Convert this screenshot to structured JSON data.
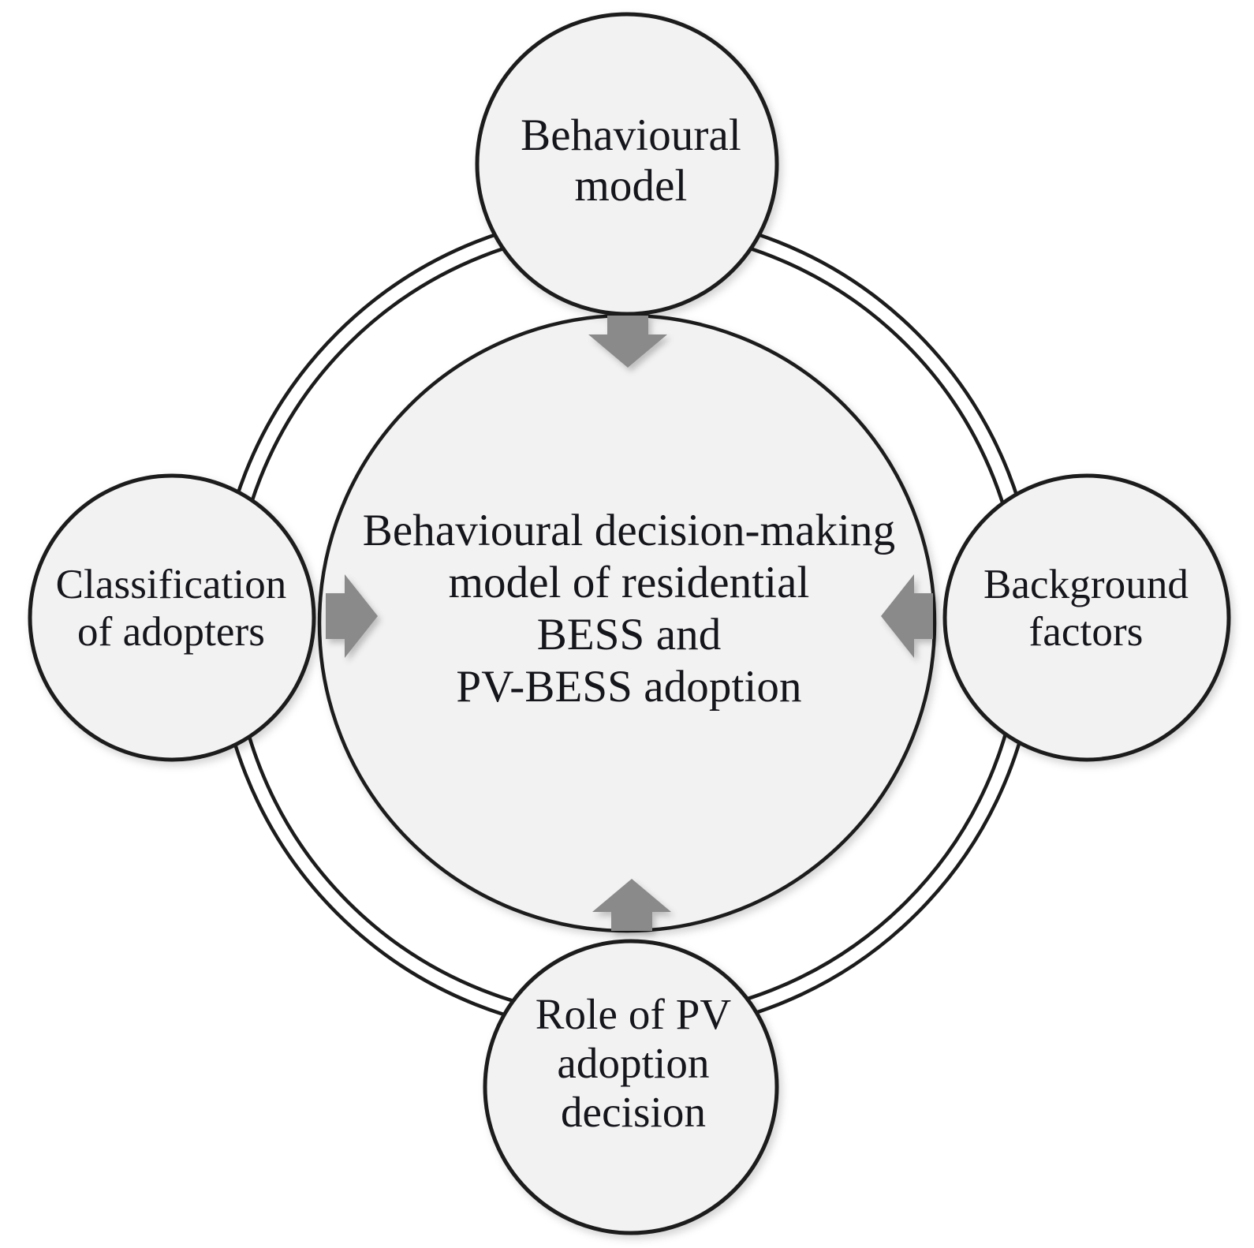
{
  "diagram": {
    "type": "cycle-hub-and-spoke",
    "title_center": "Behavioural decision-making\nmodel of residential\nBESS and\nPV-BESS adoption",
    "center_node": {
      "name": "behavioural-decision-making-model",
      "text": "Behavioural decision-making\nmodel of residential\nBESS and\nPV-BESS adoption"
    },
    "nodes": [
      {
        "id": "top",
        "text": "Behavioural\nmodel"
      },
      {
        "id": "left",
        "text": "Classification\nof adopters"
      },
      {
        "id": "right",
        "text": "Background\nfactors"
      },
      {
        "id": "bottom",
        "text": "Role of PV\nadoption\ndecision"
      }
    ],
    "arrows": [
      {
        "id": "top-arrow",
        "from": "top",
        "to": "center",
        "direction": "down"
      },
      {
        "id": "left-arrow",
        "from": "left",
        "to": "center",
        "direction": "right"
      },
      {
        "id": "right-arrow",
        "from": "right",
        "to": "center",
        "direction": "left"
      },
      {
        "id": "bottom-arrow",
        "from": "bottom",
        "to": "center",
        "direction": "up"
      }
    ],
    "colors": {
      "background": "#ffffff",
      "node_fill": "#f2f2f2",
      "node_stroke": "#1c1c1c",
      "arrow_fill": "#8a8a8a",
      "text": "#15151c",
      "ring_stroke": "#1c1c1c"
    }
  }
}
